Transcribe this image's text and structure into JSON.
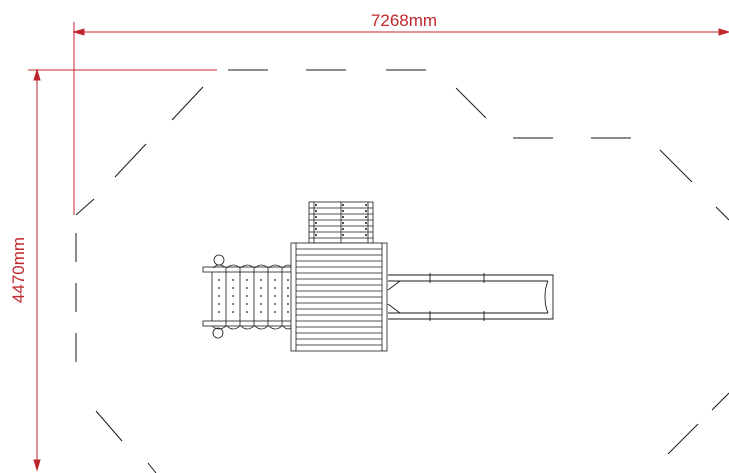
{
  "dimensions": {
    "width_label": "7268mm",
    "height_label": "4470mm"
  },
  "colors": {
    "dimension": "#c0272d",
    "line": "#1a1a1a",
    "background": "#ffffff"
  },
  "components": [
    "safety-zone-boundary",
    "playhouse-deck",
    "ladder",
    "climbing-net",
    "slide"
  ]
}
